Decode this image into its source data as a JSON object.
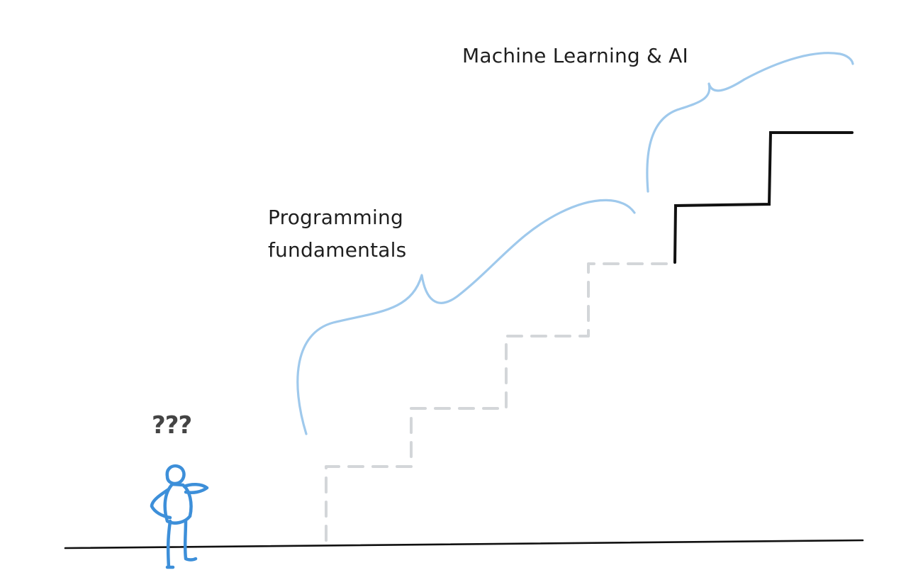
{
  "labels": {
    "machine_learning": "Machine Learning & AI",
    "programming_line1": "Programming",
    "programming_line2": "fundamentals",
    "question": "???"
  },
  "colors": {
    "blue_curve": "#9fc9ec",
    "figure_blue": "#3d8fd9",
    "dashed_steps": "#d3d6d9",
    "solid_steps": "#111111",
    "ground": "#111111",
    "text": "#1f1f1f"
  },
  "icons": {
    "person": "stick-figure-icon"
  }
}
